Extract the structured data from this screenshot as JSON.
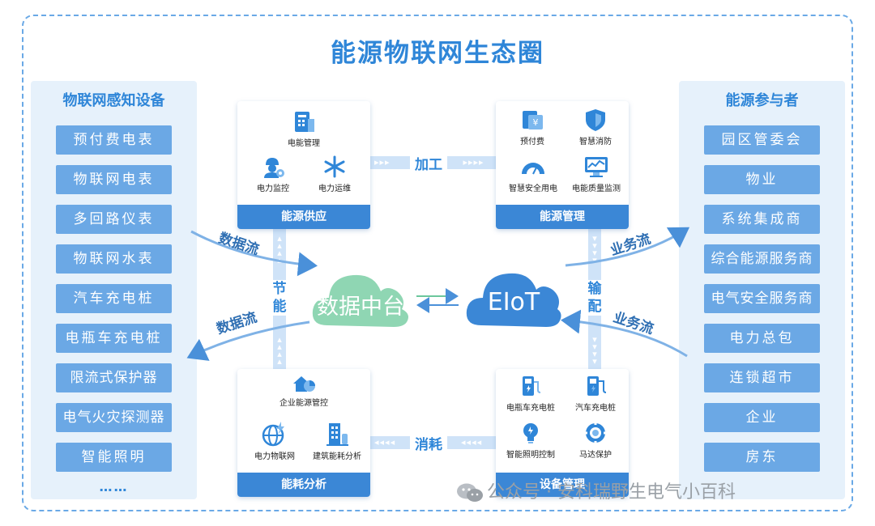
{
  "title": "能源物联网生态圈",
  "left_panel": {
    "title": "物联网感知设备",
    "items": [
      "预付费电表",
      "物联网电表",
      "多回路仪表",
      "物联网水表",
      "汽车充电桩",
      "电瓶车充电桩",
      "限流式保护器",
      "电气火灾探测器",
      "智能照明"
    ],
    "more": "……"
  },
  "right_panel": {
    "title": "能源参与者",
    "items": [
      "园区管委会",
      "物业",
      "系统集成商",
      "综合能源服务商",
      "电气安全服务商",
      "电力总包",
      "连锁超市",
      "企业",
      "房东"
    ]
  },
  "cards": {
    "supply": {
      "footer": "能源供应",
      "items": [
        "电能管理",
        "电力监控",
        "电力运维"
      ]
    },
    "management": {
      "footer": "能源管理",
      "items": [
        "预付费",
        "智慧消防",
        "智慧安全用电",
        "电能质量监测"
      ]
    },
    "consumption": {
      "footer": "能耗分析",
      "items": [
        "企业能源管控",
        "电力物联网",
        "建筑能耗分析"
      ]
    },
    "equipment": {
      "footer": "设备管理",
      "items": [
        "电瓶车充电桩",
        "汽车充电桩",
        "智能照明控制",
        "马达保护"
      ]
    }
  },
  "links": {
    "top": "加工",
    "bottom": "消耗",
    "left": "节能",
    "right": "输配"
  },
  "flows": {
    "data_in": "数据流",
    "data_out": "数据流",
    "biz_out": "业务流",
    "biz_in": "业务流"
  },
  "clouds": {
    "data_platform": "数据中台",
    "eiot": "EIoT"
  },
  "watermark": "公众号 · 安科瑞野生电气小百科",
  "colors": {
    "primary": "#2f86d8",
    "chip": "#6ba8e5",
    "panel_bg": "#e6f1fb",
    "data_cloud": "#8fd6b3",
    "eiot_cloud": "#3b87d6"
  }
}
